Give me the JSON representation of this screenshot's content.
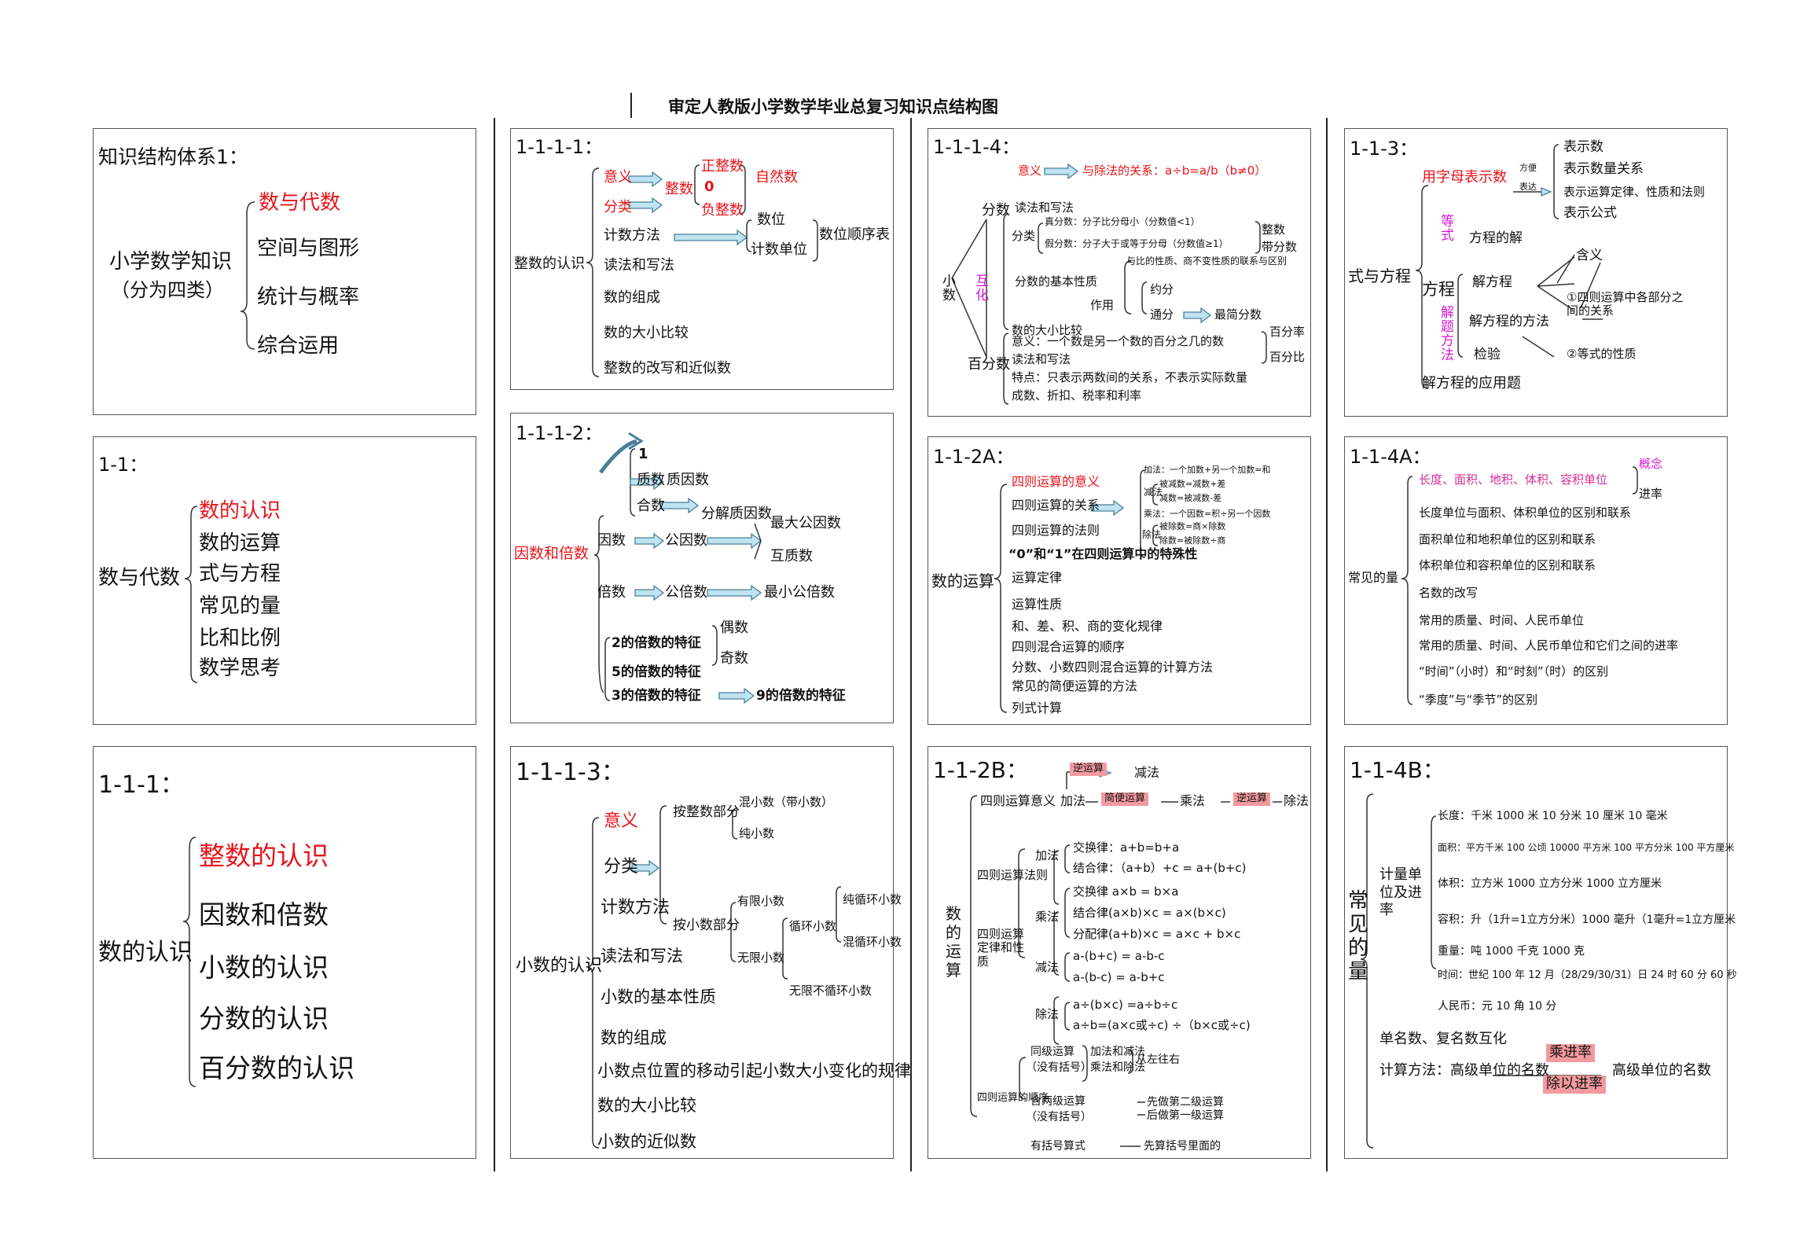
{
  "title": "审定人教版小学数学毕业总复习知识点结构图",
  "p1": {
    "heading": "知识结构体系1：",
    "root": "小学数学知识",
    "root_sub": "（分为四类）",
    "items": [
      "数与代数",
      "空间与图形",
      "统计与概率",
      "综合运用"
    ]
  },
  "p2": {
    "heading": "1-1：",
    "root": "数与代数",
    "items": [
      "数的认识",
      "数的运算",
      "式与方程",
      "常见的量",
      "比和比例",
      "数学思考"
    ]
  },
  "p3": {
    "heading": "1-1-1：",
    "root": "数的认识",
    "items": [
      "整数的认识",
      "因数和倍数",
      "小数的认识",
      "分数的认识",
      "百分数的认识"
    ]
  },
  "p4": {
    "heading": "1-1-1-1：",
    "root": "整数的认识",
    "yiyi": "意义",
    "fenlei": "分类",
    "zhengshu": "整数",
    "zhengzhengshu": "正整数",
    "zero": "0",
    "fuzhengshu": "负整数",
    "ziranshu": "自然数",
    "jishu": "计数方法",
    "shuwei": "数位",
    "jishudanwei": "计数单位",
    "shunxubiao": "数位顺序表",
    "items": [
      "读法和写法",
      "数的组成",
      "数的大小比较",
      "整数的改写和近似数"
    ]
  },
  "p5": {
    "heading": "1-1-1-2：",
    "root": "因数和倍数",
    "one": "1",
    "zhishu": "质数",
    "zhiyinshu": "质因数",
    "heshu": "合数",
    "fenjie": "分解质因数",
    "yinshu": "因数",
    "gongyinshu": "公因数",
    "zuida": "最大公因数",
    "huzhi": "互质数",
    "beishu": "倍数",
    "gongbeishu": "公倍数",
    "zuixiao": "最小公倍数",
    "b2": "2的倍数的特征",
    "ou": "偶数",
    "ji": "奇数",
    "b5": "5的倍数的特征",
    "b3": "3的倍数的特征",
    "b9": "9的倍数的特征"
  },
  "p6": {
    "heading": "1-1-1-3：",
    "root": "小数的认识",
    "yiyi": "意义",
    "fenlei": "分类",
    "jishu": "计数方法",
    "anzhengshu": "按整数部分",
    "hunxiao": "混小数（带小数）",
    "chunxiao": "纯小数",
    "anxiaoshu": "按小数部分",
    "youxian": "有限小数",
    "wuxian": "无限小数",
    "xunhuan": "循环小数",
    "chunxun": "纯循环小数",
    "hunxun": "混循环小数",
    "buxun": "无限不循环小数",
    "items": [
      "读法和写法",
      "小数的基本性质",
      "数的组成",
      "小数点位置的移动引起小数大小变化的规律",
      "数的大小比较",
      "小数的近似数"
    ]
  },
  "p7": {
    "heading": "1-1-1-4：",
    "xiaoshu": "小数",
    "huhua": "互化",
    "fenshu": "分数",
    "baifenshu": "百分数",
    "yiyi": "意义",
    "chufa": "与除法的关系：a÷b=a/b（b≠0）",
    "duxie": "读法和写法",
    "fenlei": "分类",
    "zhen": "真分数：分子比分母小（分数值<1）",
    "jia": "假分数：分子大于或等于分母（分数值≥1）",
    "zhengshu": "整数",
    "daifen": "带分数",
    "jiben": "分数的基本性质",
    "jiben_note": "与比的性质、商不变性质的联系与区别",
    "zuoyong": "作用",
    "yuefen": "约分",
    "tongfen": "通分",
    "zuijian": "最简分数",
    "daxiao": "数的大小比较",
    "pyiyi": "意义：一个数是另一个数的百分之几的数",
    "pduxie": "读法和写法",
    "tedian": "特点：只表示两数间的关系，不表示实际数量",
    "chengshu": "成数、折扣、税率和利率",
    "bfl": "百分率",
    "bfb": "百分比"
  },
  "p8": {
    "heading": "1-1-2A：",
    "root": "数的运算",
    "yiyi": "四则运算的意义",
    "guanxi": "四则运算的关系",
    "fa": "四则运算的法则",
    "special": "“0”和“1”在四则运算中的特殊性",
    "dinglv": "运算定律",
    "xingzhi": "运算性质",
    "guilv": "和、差、积、商的变化规律",
    "shunxu": "四则混合运算的顺序",
    "jisuan": "分数、小数四则混合运算的计算方法",
    "jianbian": "常见的简便运算的方法",
    "lieshi": "列式计算",
    "jia": "加法：一个加数+另一个加数=和",
    "jian1": "被减数=减数+差",
    "jian2": "减数=被减数-差",
    "jian": "减法",
    "cheng": "乘法：一个因数=积÷另一个因数",
    "chu": "除法",
    "chu1": "被除数=商×除数",
    "chu2": "除数=被除数÷商"
  },
  "p9": {
    "heading": "1-1-2B：",
    "root": "数的运算",
    "niyun": "逆运算",
    "jianfa": "减法",
    "yiyi": "四则运算意义",
    "jiafa": "加法",
    "jianbian": "简便运算",
    "chengfa": "乘法",
    "niyun2": "逆运算",
    "chufa": "除法",
    "faze": "四则运算法则",
    "dinglv": "四则运算定律和性质",
    "shunxu": "四则运算的顺序",
    "jia": "加法",
    "jiaohuan": "交换律：a+b=b+a",
    "jiehe": "结合律：（a+b）+c = a+(b+c)",
    "cheng": "乘法",
    "cjiaohuan": "交换律 a×b = b×a",
    "cjiehe": "结合律(a×b)×c = a×(b×c)",
    "fenpei": "分配律(a+b)×c = a×c + b×c",
    "jian": "减法",
    "jian1": "a-(b+c) = a-b-c",
    "jian2": "a-(b-c) = a-b+c",
    "chu": "除法",
    "chu1": "a÷(b×c) =a÷b÷c",
    "chu2": "a÷b=(a×c或÷c) ÷（b×c或÷c)",
    "tongji": "同级运算",
    "meikuo": "（没有括号）",
    "jiajian": "加法和减法",
    "chengchu": "乘法和除法",
    "zuoyou": "从左往右",
    "liangji": "含两级运算",
    "meikuo2": "（没有括号）",
    "xian": "先做第二级运算",
    "hou": "后做第一级运算",
    "youkuo": "有括号算式",
    "kuonei": "先算括号里面的"
  },
  "p10": {
    "heading": "1-1-3：",
    "root": "式与方程",
    "zimu": "用字母表示数",
    "fangbian": "方便",
    "biaoda": "表达",
    "r1": "表示数",
    "r2": "表示数量关系",
    "r3": "表示运算定律、性质和法则",
    "r4": "表示公式",
    "dengshi": "等式",
    "fangcheng": "方程",
    "jiefa": "解题方法",
    "jie": "方程的解",
    "jiefangcheng": "解方程",
    "hanyi": "含义",
    "fangfa": "解方程的方法",
    "jianyan": "检验",
    "g1": "①四则运算中各部分之间的关系",
    "g2": "②等式的性质",
    "yingyong": "解方程的应用题"
  },
  "p11": {
    "heading": "1-1-4A：",
    "root": "常见的量",
    "danwei": "长度、面积、地积、体积、容积单位",
    "gainian": "概念",
    "jinlv": "进率",
    "items": [
      "长度单位与面积、体积单位的区别和联系",
      "面积单位和地积单位的区别和联系",
      "体积单位和容积单位的区别和联系",
      "名数的改写",
      "常用的质量、时间、人民币单位",
      "常用的质量、时间、人民币单位和它们之间的进率",
      "“时间”（小时）和“时刻”（时）的区别",
      "“季度”与“季节”的区别"
    ]
  },
  "p12": {
    "heading": "1-1-4B：",
    "root": "常见的量",
    "jisuan": "计量单位及进率",
    "changdu": "长度：千米 1000 米  10 分米  10 厘米  10 毫米",
    "mianji": "面积：平方千米 100 公顷 10000 平方米 100 平方分米 100 平方厘米",
    "tiji": "体积：立方米 1000 立方分米 1000 立方厘米",
    "rongji": "容积：升（1升=1立方分米）1000 毫升（1毫升=1立方厘米",
    "zhongliang": "重量：吨 1000 千克 1000 克",
    "shijian": "时间：世纪 100 年 12 月（28/29/30/31）日 24 时 60 分 60 秒",
    "rmb": "人民币：元  10  角  10  分",
    "danming": "单名数、复名数互化",
    "fangfa": "计算方法：高级单位的名数",
    "chengjin": "乘进率",
    "chujin": "除以进率",
    "gaoji": "高级单位的名数"
  }
}
